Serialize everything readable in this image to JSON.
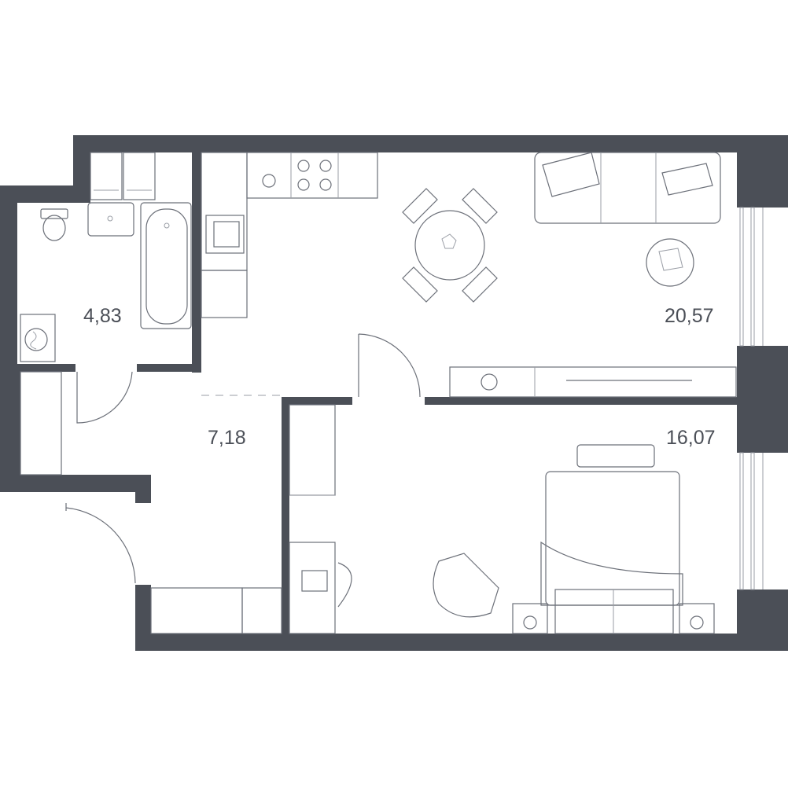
{
  "rooms": [
    {
      "id": "bathroom",
      "area": "4,83"
    },
    {
      "id": "hallway",
      "area": "7,18"
    },
    {
      "id": "kitchen-living",
      "area": "20,57"
    },
    {
      "id": "bedroom",
      "area": "16,07"
    }
  ],
  "colors": {
    "wall": "#4b4f57",
    "furniture": "#6c7079",
    "background": "#ffffff"
  }
}
